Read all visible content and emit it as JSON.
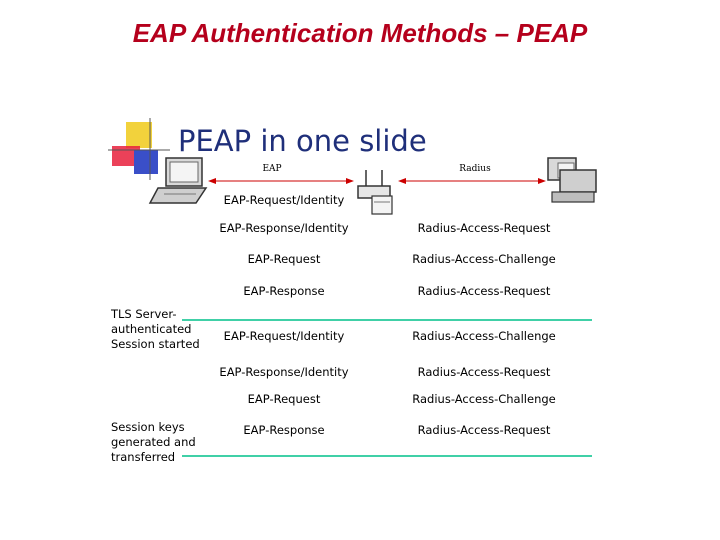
{
  "slide": {
    "title": "EAP Authentication Methods – PEAP",
    "subtitle": "PEAP in one slide"
  },
  "diagram": {
    "top_left_label": "EAP",
    "top_right_label": "Radius",
    "rows": [
      {
        "eap": "EAP-Request/Identity",
        "radius": ""
      },
      {
        "eap": "EAP-Response/Identity",
        "radius": "Radius-Access-Request"
      },
      {
        "eap": "EAP-Request",
        "radius": "Radius-Access-Challenge"
      },
      {
        "eap": "EAP-Response",
        "radius": "Radius-Access-Request"
      },
      {
        "eap": "EAP-Request/Identity",
        "radius": "Radius-Access-Challenge"
      },
      {
        "eap": "EAP-Response/Identity",
        "radius": "Radius-Access-Request"
      },
      {
        "eap": "EAP-Request",
        "radius": "Radius-Access-Challenge"
      },
      {
        "eap": "EAP-Response",
        "radius": "Radius-Access-Request"
      }
    ],
    "phase1_label": [
      "TLS Server-",
      "authenticated",
      "Session started"
    ],
    "phase2_label": [
      "Session keys",
      "generated and",
      "transferred"
    ],
    "colors": {
      "arrow": "#cc0000",
      "separator": "#00c08a",
      "title": "#b5001c",
      "subtitle": "#1f2f7a"
    }
  }
}
